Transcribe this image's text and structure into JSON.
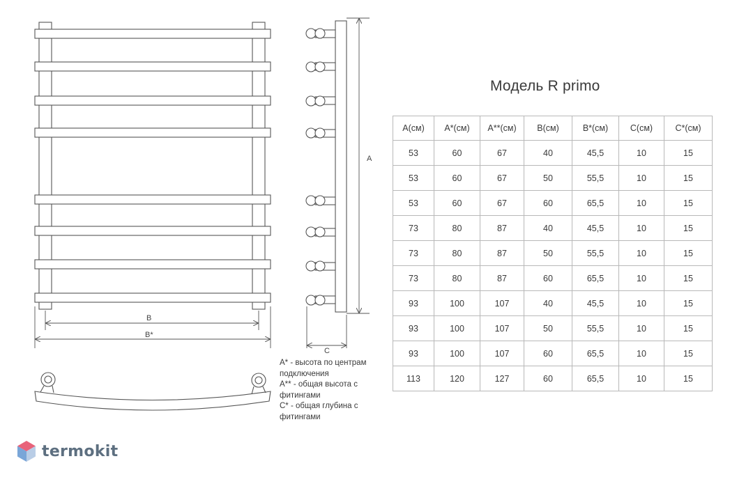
{
  "title": "Модель R primo",
  "dimension_labels": {
    "b": "B",
    "b_star": "B*",
    "a": "A",
    "c": "C"
  },
  "table": {
    "headers": [
      "A(см)",
      "A*(см)",
      "A**(см)",
      "B(см)",
      "B*(см)",
      "C(см)",
      "C*(см)"
    ],
    "rows": [
      [
        "53",
        "60",
        "67",
        "40",
        "45,5",
        "10",
        "15"
      ],
      [
        "53",
        "60",
        "67",
        "50",
        "55,5",
        "10",
        "15"
      ],
      [
        "53",
        "60",
        "67",
        "60",
        "65,5",
        "10",
        "15"
      ],
      [
        "73",
        "80",
        "87",
        "40",
        "45,5",
        "10",
        "15"
      ],
      [
        "73",
        "80",
        "87",
        "50",
        "55,5",
        "10",
        "15"
      ],
      [
        "73",
        "80",
        "87",
        "60",
        "65,5",
        "10",
        "15"
      ],
      [
        "93",
        "100",
        "107",
        "40",
        "45,5",
        "10",
        "15"
      ],
      [
        "93",
        "100",
        "107",
        "50",
        "55,5",
        "10",
        "15"
      ],
      [
        "93",
        "100",
        "107",
        "60",
        "65,5",
        "10",
        "15"
      ],
      [
        "113",
        "120",
        "127",
        "60",
        "65,5",
        "10",
        "15"
      ]
    ]
  },
  "legend": [
    "A* - высота по центрам",
    "подключения",
    "A** - общая высота с",
    "фитингами",
    "C* - общая глубина с",
    "фитингами"
  ],
  "logo": {
    "text": "termokit",
    "colors": {
      "top": "#e8637a",
      "left": "#7aa6d8",
      "right": "#b9cde6"
    }
  },
  "colors": {
    "line": "#555555",
    "text": "#3a3a3a",
    "table_border": "#b8b8b8"
  }
}
